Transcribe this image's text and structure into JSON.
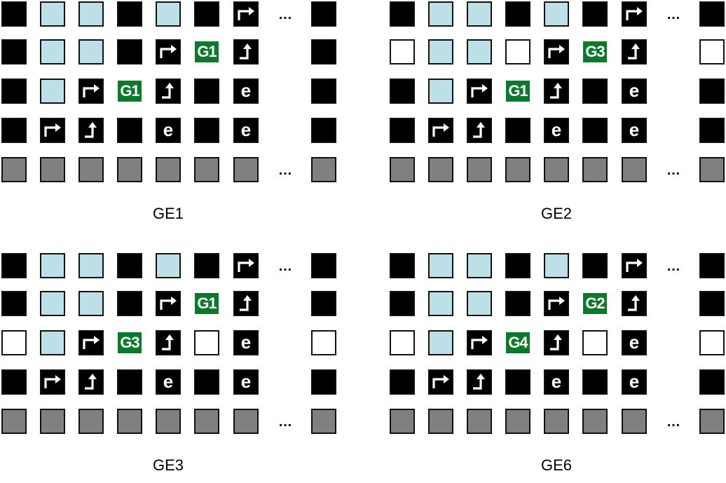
{
  "legend": {
    "ellipsis": "…",
    "empty_symbol": "e"
  },
  "panels": [
    {
      "caption": "GE1",
      "grid": [
        [
          "B",
          "L",
          "L",
          "B",
          "L",
          "B",
          "R",
          "",
          "B"
        ],
        [
          "B",
          "L",
          "L",
          "B",
          "R",
          "G1",
          "U",
          "",
          "B"
        ],
        [
          "B",
          "L",
          "R",
          "G1",
          "U",
          "B",
          "E",
          "",
          "B"
        ],
        [
          "B",
          "R",
          "U",
          "B",
          "E",
          "B",
          "E",
          "",
          "B"
        ],
        [
          "S",
          "S",
          "S",
          "S",
          "S",
          "S",
          "S",
          "",
          "S"
        ]
      ]
    },
    {
      "caption": "GE2",
      "grid": [
        [
          "B",
          "L",
          "L",
          "B",
          "L",
          "B",
          "R",
          "",
          "B"
        ],
        [
          "W",
          "L",
          "L",
          "W",
          "R",
          "G3",
          "U",
          "",
          "W"
        ],
        [
          "B",
          "L",
          "R",
          "G1",
          "U",
          "B",
          "E",
          "",
          "B"
        ],
        [
          "B",
          "R",
          "U",
          "B",
          "E",
          "B",
          "E",
          "",
          "B"
        ],
        [
          "S",
          "S",
          "S",
          "S",
          "S",
          "S",
          "S",
          "",
          "S"
        ]
      ]
    },
    {
      "caption": "GE3",
      "grid": [
        [
          "B",
          "L",
          "L",
          "B",
          "L",
          "B",
          "R",
          "",
          "B"
        ],
        [
          "B",
          "L",
          "L",
          "B",
          "R",
          "G1",
          "U",
          "",
          "B"
        ],
        [
          "W",
          "L",
          "R",
          "G3",
          "U",
          "W",
          "E",
          "",
          "W"
        ],
        [
          "B",
          "R",
          "U",
          "B",
          "E",
          "B",
          "E",
          "",
          "B"
        ],
        [
          "S",
          "S",
          "S",
          "S",
          "S",
          "S",
          "S",
          "",
          "S"
        ]
      ]
    },
    {
      "caption": "GE6",
      "grid": [
        [
          "B",
          "L",
          "L",
          "B",
          "L",
          "B",
          "R",
          "",
          "B"
        ],
        [
          "B",
          "L",
          "L",
          "B",
          "R",
          "G2",
          "U",
          "",
          "B"
        ],
        [
          "W",
          "L",
          "R",
          "G4",
          "U",
          "W",
          "E",
          "",
          "W"
        ],
        [
          "B",
          "R",
          "U",
          "B",
          "E",
          "B",
          "E",
          "",
          "B"
        ],
        [
          "S",
          "S",
          "S",
          "S",
          "S",
          "S",
          "S",
          "",
          "S"
        ]
      ]
    }
  ],
  "ellipsis_rows": [
    0,
    4
  ]
}
